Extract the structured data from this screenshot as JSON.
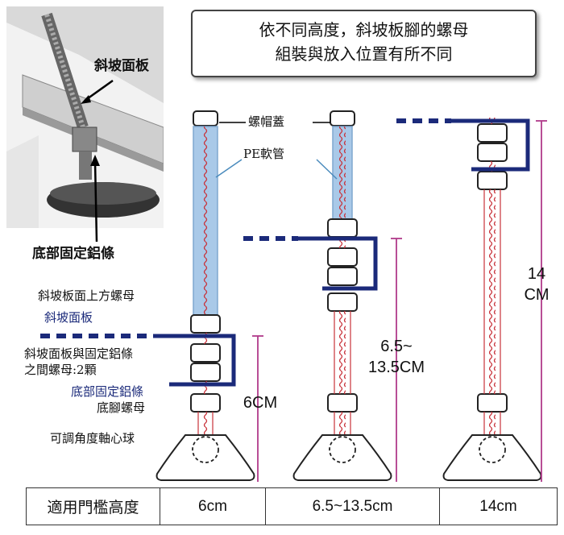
{
  "header": {
    "line1": "依不同高度，斜坡板腳的螺母",
    "line2": "組裝與放入位置有所不同"
  },
  "photo_labels": {
    "ramp_panel": "斜坡面板",
    "bottom_rail": "底部固定鋁條"
  },
  "part_labels": {
    "cap": "螺帽蓋",
    "pe_tube": "PE軟管",
    "nut_above_panel": "斜坡板面上方螺母",
    "ramp_panel": "斜坡面板",
    "nuts_between_line1": "斜坡面板與固定鋁條",
    "nuts_between_line2": "之間螺母:2顆",
    "bottom_rail": "底部固定鋁條",
    "foot_nut": "底腳螺母",
    "ball_joint": "可調角度軸心球"
  },
  "dimensions": {
    "d1": "6CM",
    "d2_line1": "6.5~",
    "d2_line2": "13.5CM",
    "d3_line1": "14",
    "d3_line2": "CM"
  },
  "table": {
    "header": "適用門檻高度",
    "col1": "6cm",
    "col2": "6.5~13.5cm",
    "col3": "14cm"
  },
  "colors": {
    "rail_blue": "#1b2a7a",
    "tube_blue": "#a9c9e8",
    "dimension_magenta": "#b03a8a",
    "thread_red": "#c8323a"
  }
}
